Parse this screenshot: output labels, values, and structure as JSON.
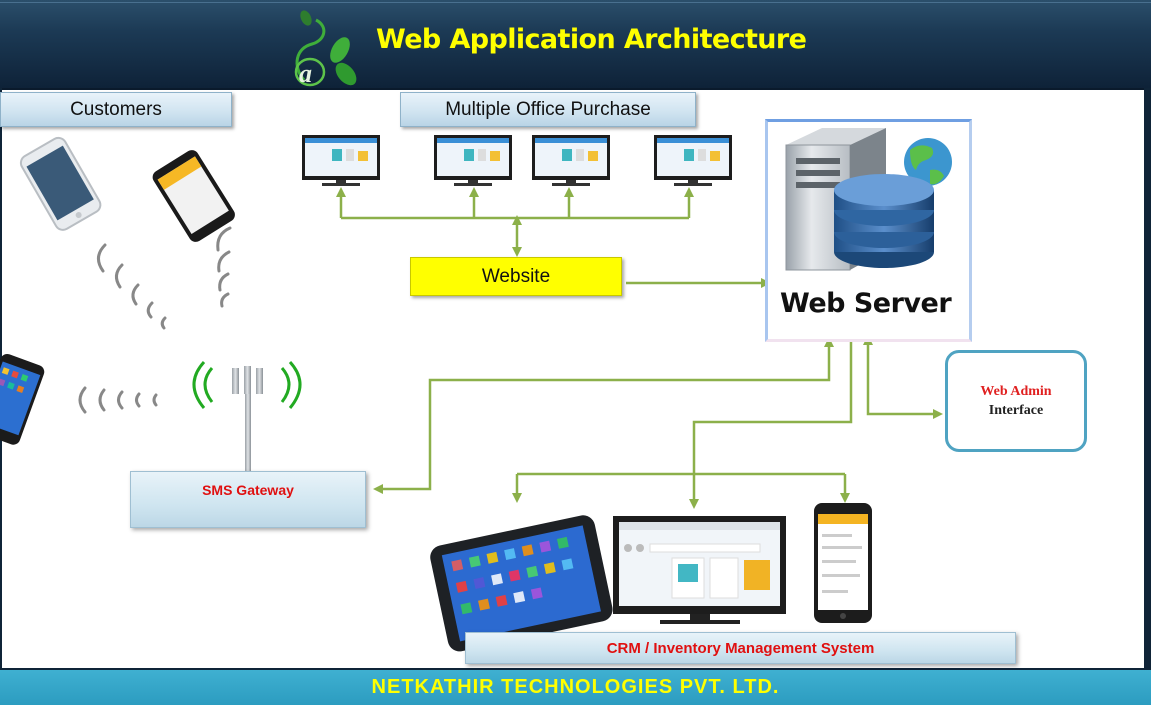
{
  "header": {
    "title": "Web Application Architecture"
  },
  "labels": {
    "customers": "Customers",
    "office": "Multiple Office Purchase",
    "website": "Website",
    "server": "Web Server",
    "admin_line1": "Web Admin",
    "admin_line2": "Interface",
    "sms": "SMS Gateway",
    "crm": "CRM / Inventory Management System"
  },
  "footer": {
    "company": "NETKATHIR TECHNOLOGIES PVT. LTD."
  },
  "colors": {
    "arrow": "#8cb04a",
    "title": "#ffff00",
    "header": "#1c3a55",
    "footer": "#2c9cc0",
    "accent_red": "#e01010"
  }
}
